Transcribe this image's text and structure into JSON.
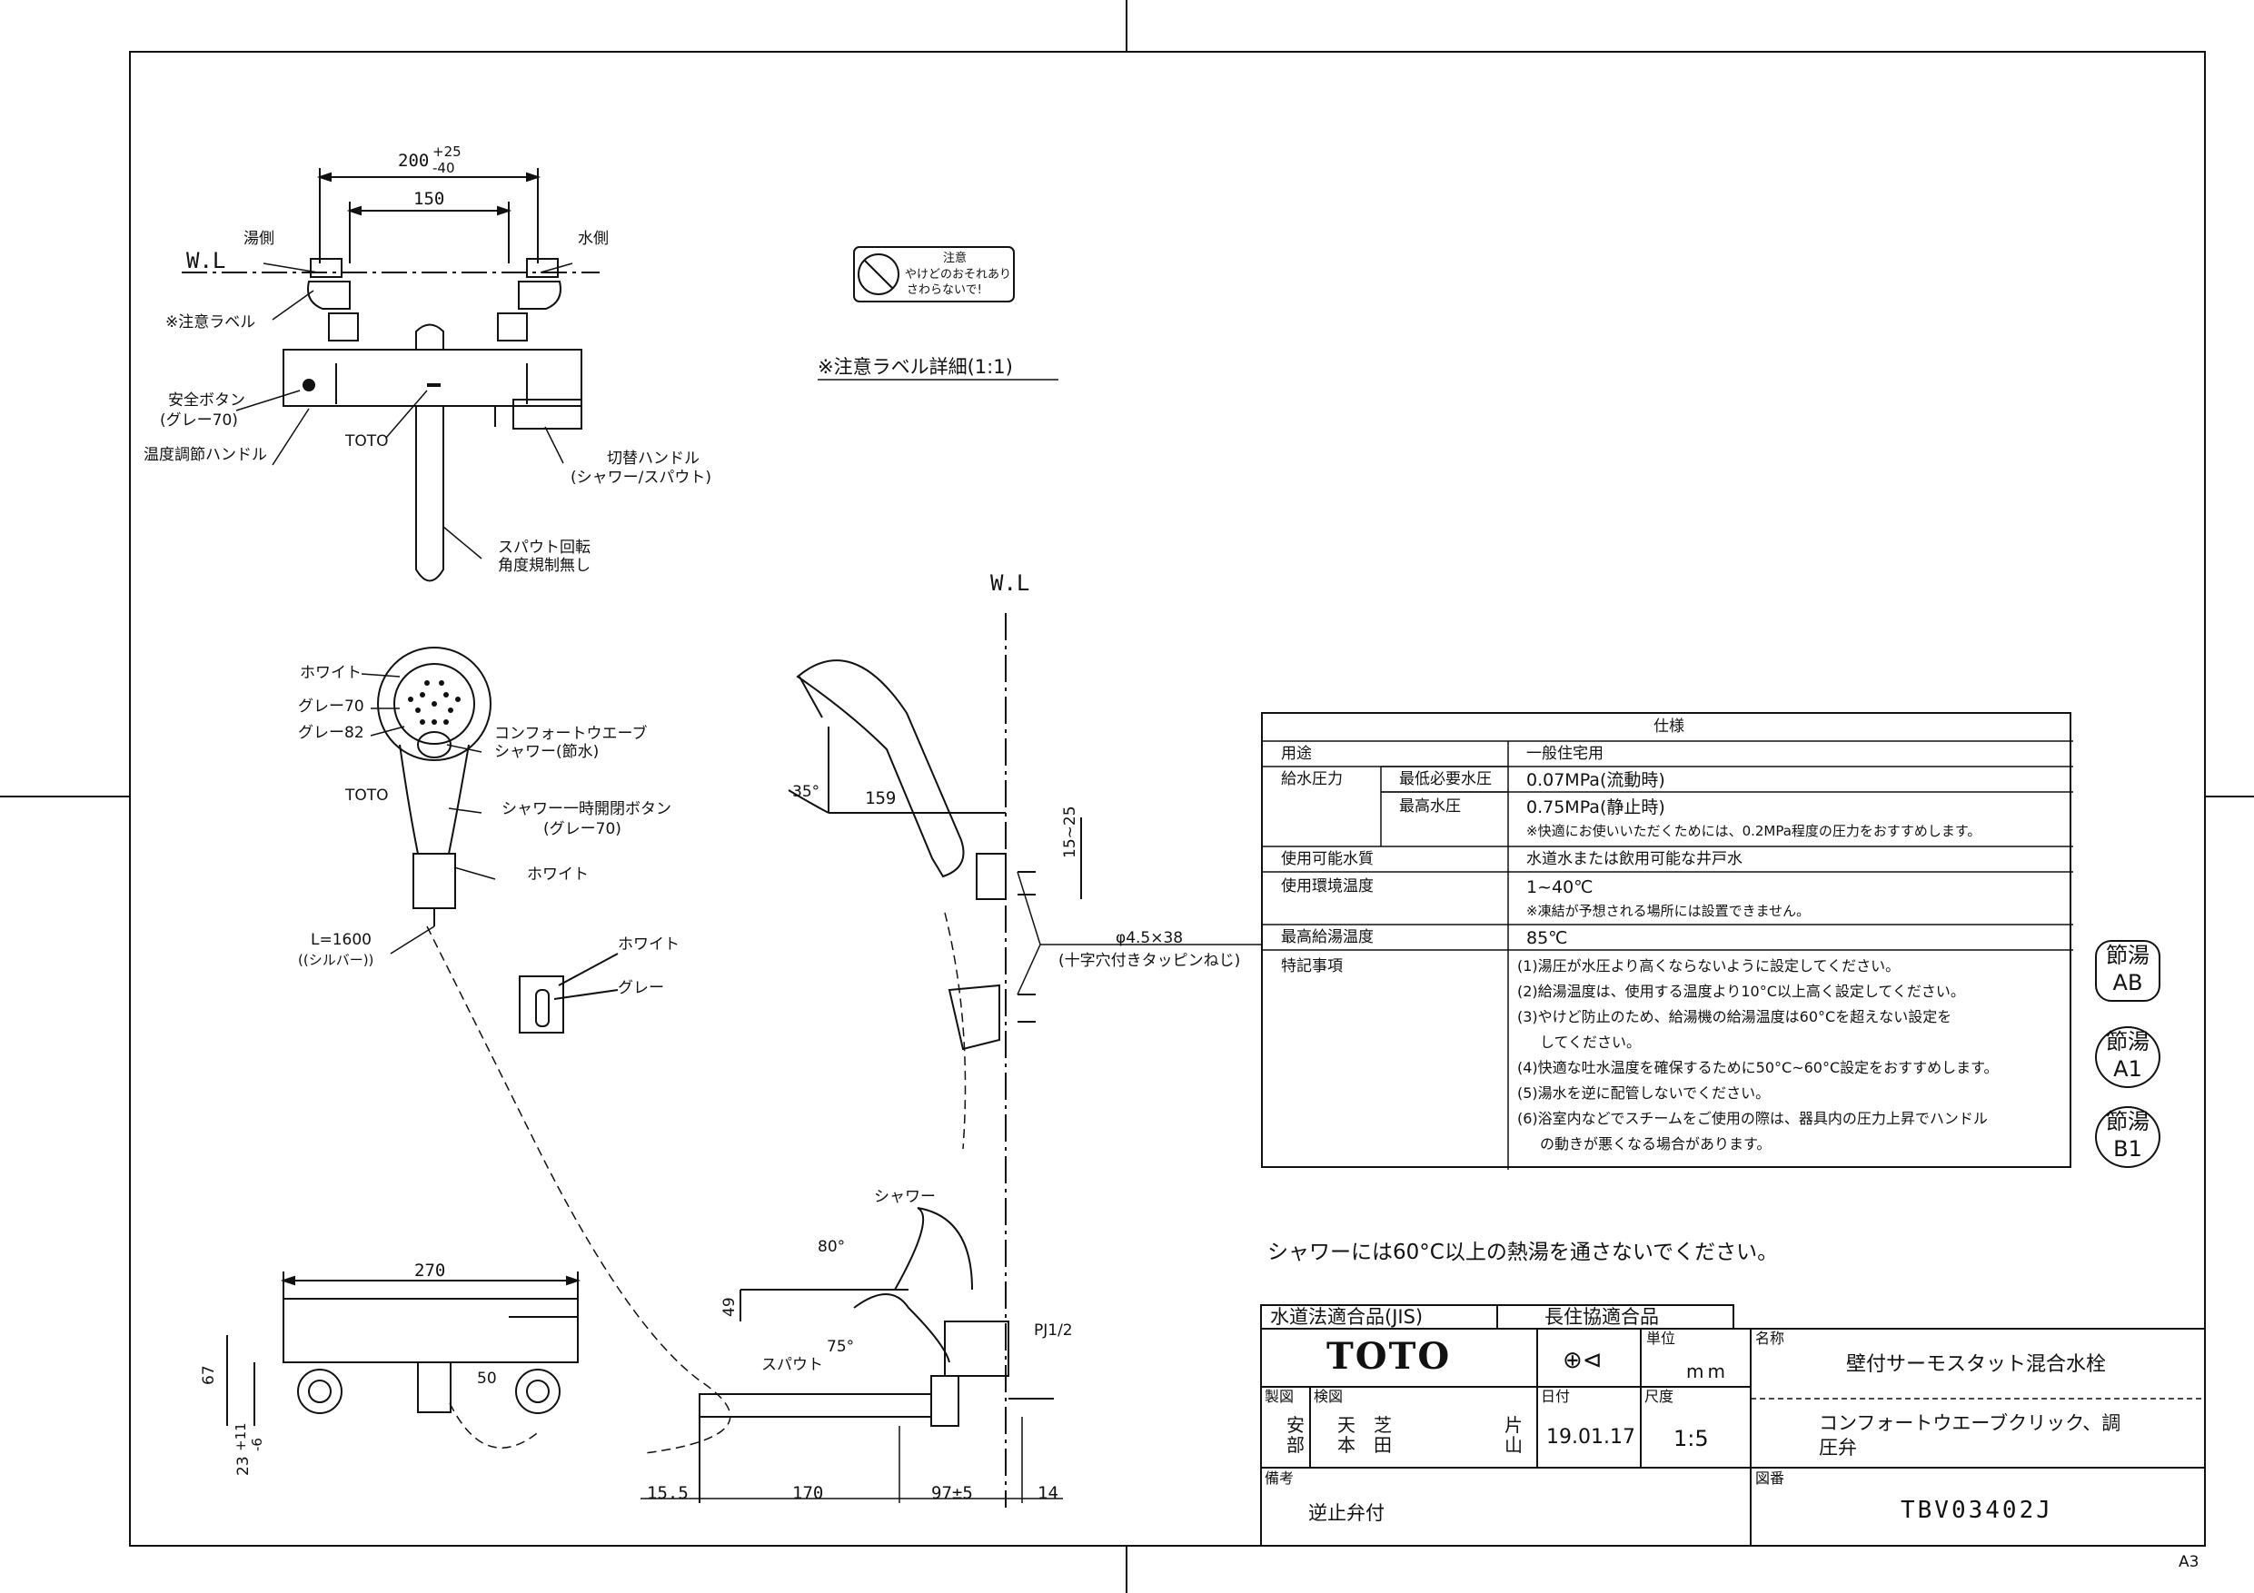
{
  "top_view": {
    "dim_total": "200",
    "dim_tol_plus": "+25",
    "dim_tol_minus": "-40",
    "dim_center": "150",
    "wl": "W.L",
    "hot_side": "湯側",
    "cold_side": "水側",
    "caution_label": "※注意ラベル",
    "safety_button": "安全ボタン",
    "safety_button_color": "(グレー70)",
    "brand": "TOTO",
    "temp_handle": "温度調節ハンドル",
    "switch_handle": "切替ハンドル",
    "switch_handle_sub": "(シャワー/スパウト)",
    "spout_rotation": "スパウト回転",
    "spout_rotation_sub": "角度規制無し"
  },
  "caution_label": {
    "title": "注意",
    "line1": "やけどのおそれあり",
    "line2": "さわらないで!",
    "detail": "※注意ラベル詳細(1:1)"
  },
  "shower_head": {
    "white": "ホワイト",
    "gray70": "グレー70",
    "gray82": "グレー82",
    "comfort": "コンフォートウエーブ",
    "comfort_sub": "シャワー(節水)",
    "brand": "TOTO",
    "stop_button": "シャワー一時開閉ボタン",
    "stop_button_sub": "(グレー70)",
    "holder_white": "ホワイト",
    "hose_length": "L=1600",
    "hose_type": "((シルバー))",
    "bracket_white": "ホワイト",
    "bracket_gray": "グレー"
  },
  "side_view": {
    "wl": "W.L",
    "angle": "35°",
    "dist": "159",
    "height": "15~25",
    "screw": "φ4.5×38",
    "screw_sub": "(十字穴付きタッピンねじ)"
  },
  "bottom_view": {
    "width": "270",
    "h67": "67",
    "d50": "50",
    "offset": "23",
    "offset_plus": "+11",
    "offset_minus": "-6",
    "shower": "シャワー",
    "angle80": "80°",
    "angle75": "75°",
    "spout": "スパウト",
    "h49": "49",
    "pj": "PJ1/2",
    "d155": "15.5",
    "d170": "170",
    "d97": "97±5",
    "d14": "14"
  },
  "spec_table": {
    "header": "仕様",
    "rows": [
      {
        "label": "用途",
        "sub": "",
        "value": "一般住宅用"
      },
      {
        "label": "給水圧力",
        "sub": "最低必要水圧",
        "value": "0.07MPa(流動時)"
      },
      {
        "label": "",
        "sub": "最高水圧",
        "value": "0.75MPa(静止時)"
      },
      {
        "label": "",
        "sub": "",
        "value": "※快適にお使いいただくためには、0.2MPa程度の圧力をおすすめします。"
      },
      {
        "label": "使用可能水質",
        "sub": "",
        "value": "水道水または飲用可能な井戸水"
      },
      {
        "label": "使用環境温度",
        "sub": "",
        "value": "1~40℃"
      },
      {
        "label": "",
        "sub": "",
        "value": "※凍結が予想される場所には設置できません。"
      },
      {
        "label": "最高給湯温度",
        "sub": "",
        "value": "85℃"
      },
      {
        "label": "特記事項",
        "sub": "",
        "value": "(1)湯圧が水圧より高くならないように設定してください。"
      },
      {
        "label": "",
        "sub": "",
        "value": "(2)給湯温度は、使用する温度より10°C以上高く設定してください。"
      },
      {
        "label": "",
        "sub": "",
        "value": "(3)やけど防止のため、給湯機の給湯温度は60°Cを超えない設定を"
      },
      {
        "label": "",
        "sub": "",
        "value": "してください。"
      },
      {
        "label": "",
        "sub": "",
        "value": "(4)快適な吐水温度を確保するために50°C~60°C設定をおすすめします。"
      },
      {
        "label": "",
        "sub": "",
        "value": "(5)湯水を逆に配管しないでください。"
      },
      {
        "label": "",
        "sub": "",
        "value": "(6)浴室内などでスチームをご使用の際は、器具内の圧力上昇でハンドル"
      },
      {
        "label": "",
        "sub": "",
        "value": "の動きが悪くなる場合があります。"
      }
    ]
  },
  "badges": [
    {
      "top": "節湯",
      "bottom": "AB"
    },
    {
      "top": "節湯",
      "bottom": "A1"
    },
    {
      "top": "節湯",
      "bottom": "B1"
    }
  ],
  "warning_note": "シャワーには60°C以上の熱湯を通さないでください。",
  "title_block": {
    "cert1": "水道法適合品(JIS)",
    "cert2": "長住協適合品",
    "logo": "TOTO",
    "unit_label": "単位",
    "unit": "mm",
    "name_label": "名称",
    "name": "壁付サーモスタット混合水栓",
    "product": "コンフォートウエーブクリック、調圧弁",
    "drawn_label": "製図",
    "drawn": "安部",
    "checked_label": "検図",
    "checked1": "天本",
    "checked2": "芝田",
    "approved": "片山",
    "date_label": "日付",
    "date": "19.01.17",
    "scale_label": "尺度",
    "scale": "1:5",
    "remarks_label": "備考",
    "remarks": "逆止弁付",
    "drawing_no_label": "図番",
    "drawing_no": "TBV03402J"
  },
  "sheet_size": "A3"
}
